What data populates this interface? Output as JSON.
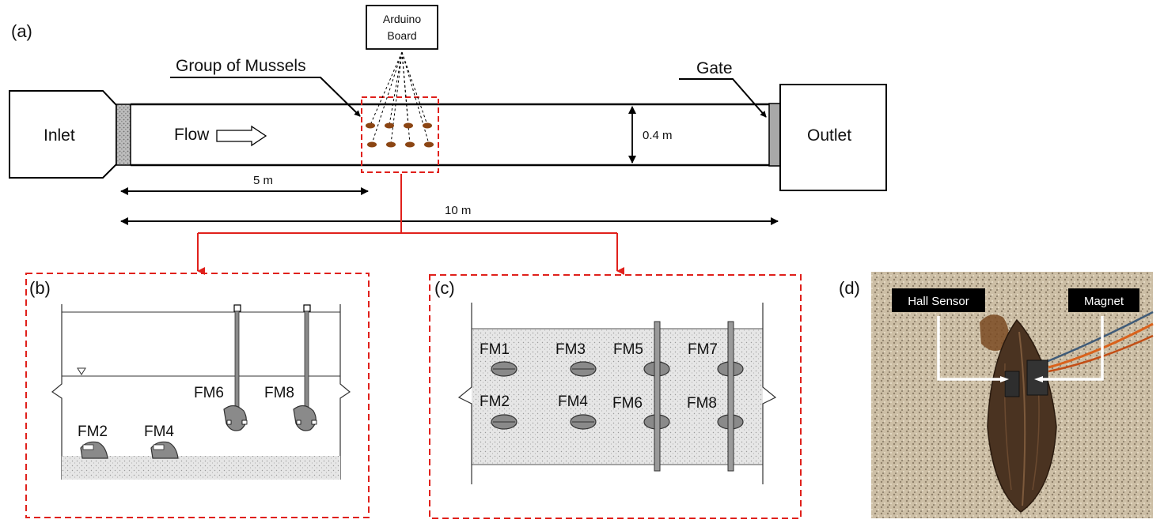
{
  "panels": {
    "a": "(a)",
    "b": "(b)",
    "c": "(c)",
    "d": "(d)"
  },
  "panel_a": {
    "inlet": "Inlet",
    "outlet": "Outlet",
    "flow": "Flow",
    "group": "Group of Mussels",
    "gate": "Gate",
    "arduino_line1": "Arduino",
    "arduino_line2": "Board",
    "depth": "0.4 m",
    "dist_5": "5 m",
    "dist_10": "10 m"
  },
  "panel_b": {
    "labels": [
      "FM2",
      "FM4",
      "FM6",
      "FM8"
    ]
  },
  "panel_c": {
    "labels": [
      "FM1",
      "FM3",
      "FM5",
      "FM7",
      "FM2",
      "FM4",
      "FM6",
      "FM8"
    ]
  },
  "panel_d": {
    "hall": "Hall Sensor",
    "magnet": "Magnet"
  },
  "colors": {
    "dashed_red": "#e0201b",
    "mussel_brown": "#8b4513",
    "gravel": "#e2e2e2",
    "rod": "#9a9a9a"
  }
}
